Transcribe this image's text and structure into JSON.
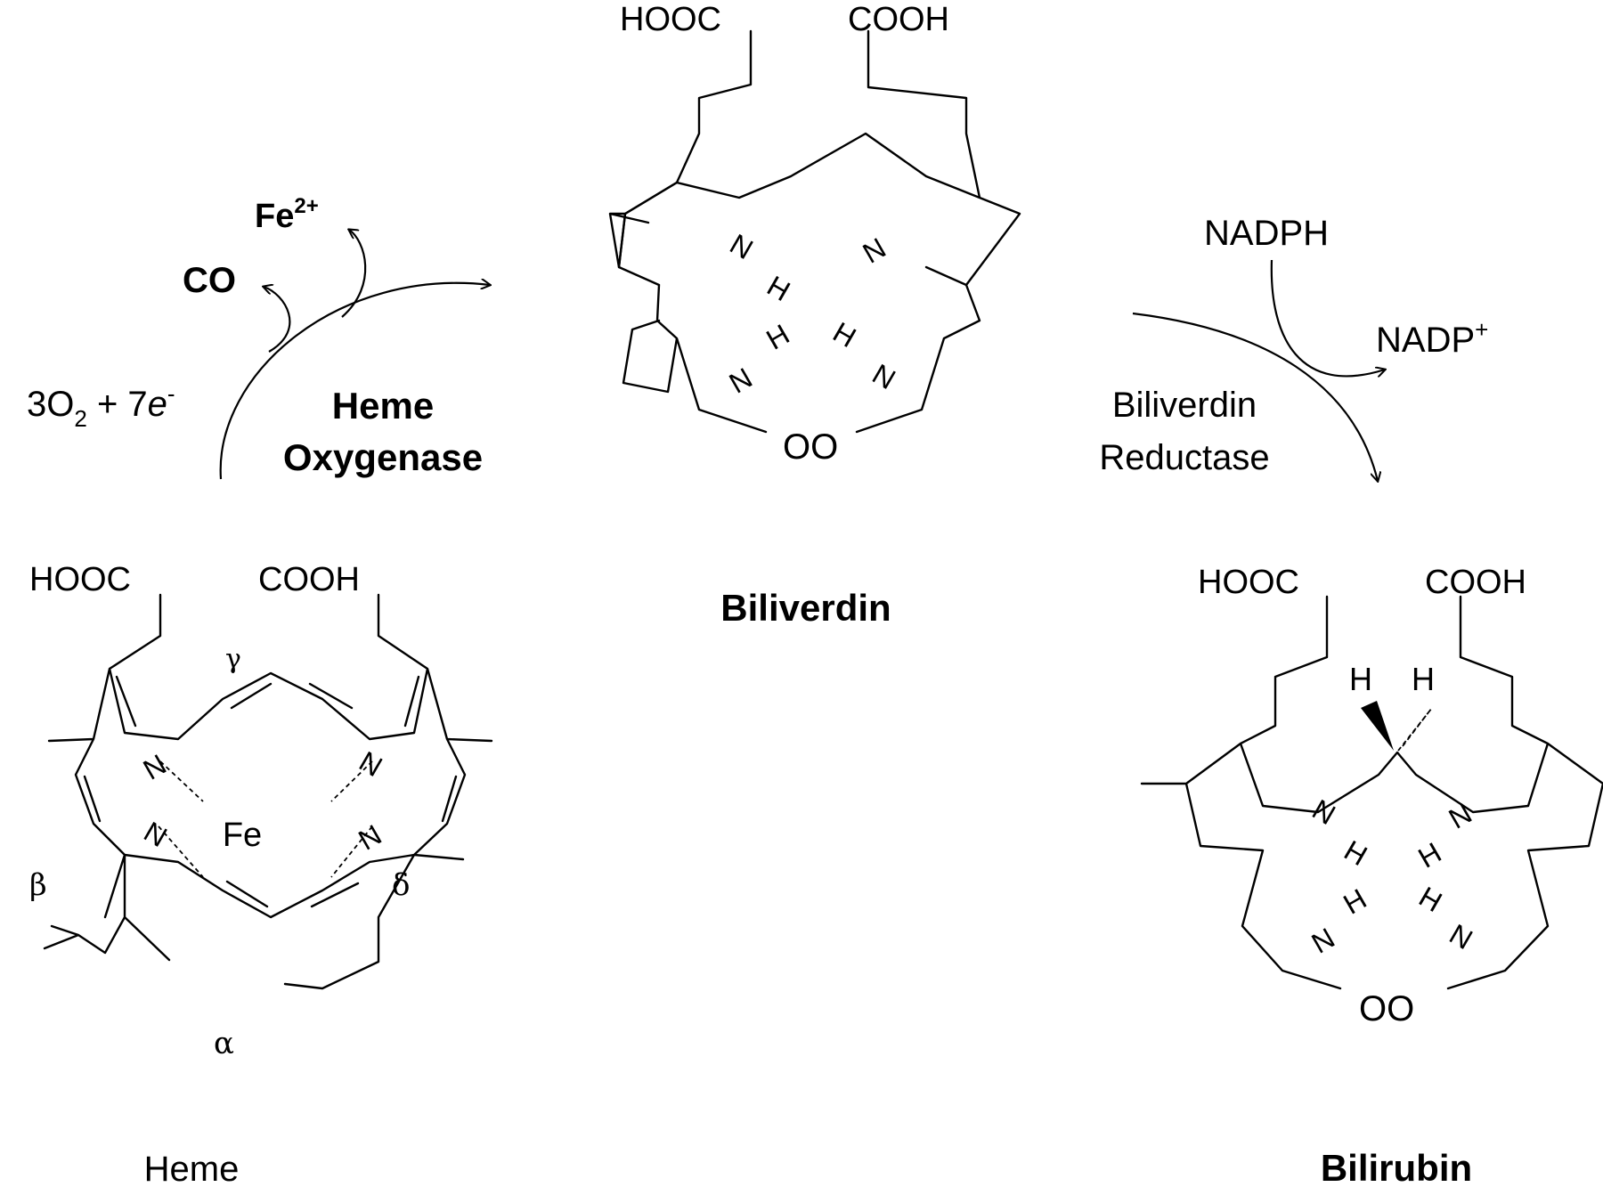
{
  "reagents": {
    "fe": "Fe",
    "fe_charge": "2+",
    "co": "CO",
    "o2_prefix": "3O",
    "o2_sub": "2",
    "electrons_mid": " + 7",
    "electrons_e": "e",
    "electrons_charge": "-",
    "nadph": "NADPH",
    "nadp": "NADP",
    "nadp_charge": "+"
  },
  "enzymes": {
    "ho_line1": "Heme",
    "ho_line2": "Oxygenase",
    "bvr_line1": "Biliverdin",
    "bvr_line2": "Reductase"
  },
  "compounds": {
    "heme": "Heme",
    "biliverdin": "Biliverdin",
    "bilirubin": "Bilirubin"
  },
  "atoms": {
    "hooc": "HOOC",
    "cooh": "COOH",
    "n": "N",
    "h": "H",
    "fe": "Fe",
    "oo": "OO"
  },
  "meso_labels": {
    "gamma": "γ",
    "beta": "β",
    "delta": "δ",
    "alpha": "α"
  }
}
